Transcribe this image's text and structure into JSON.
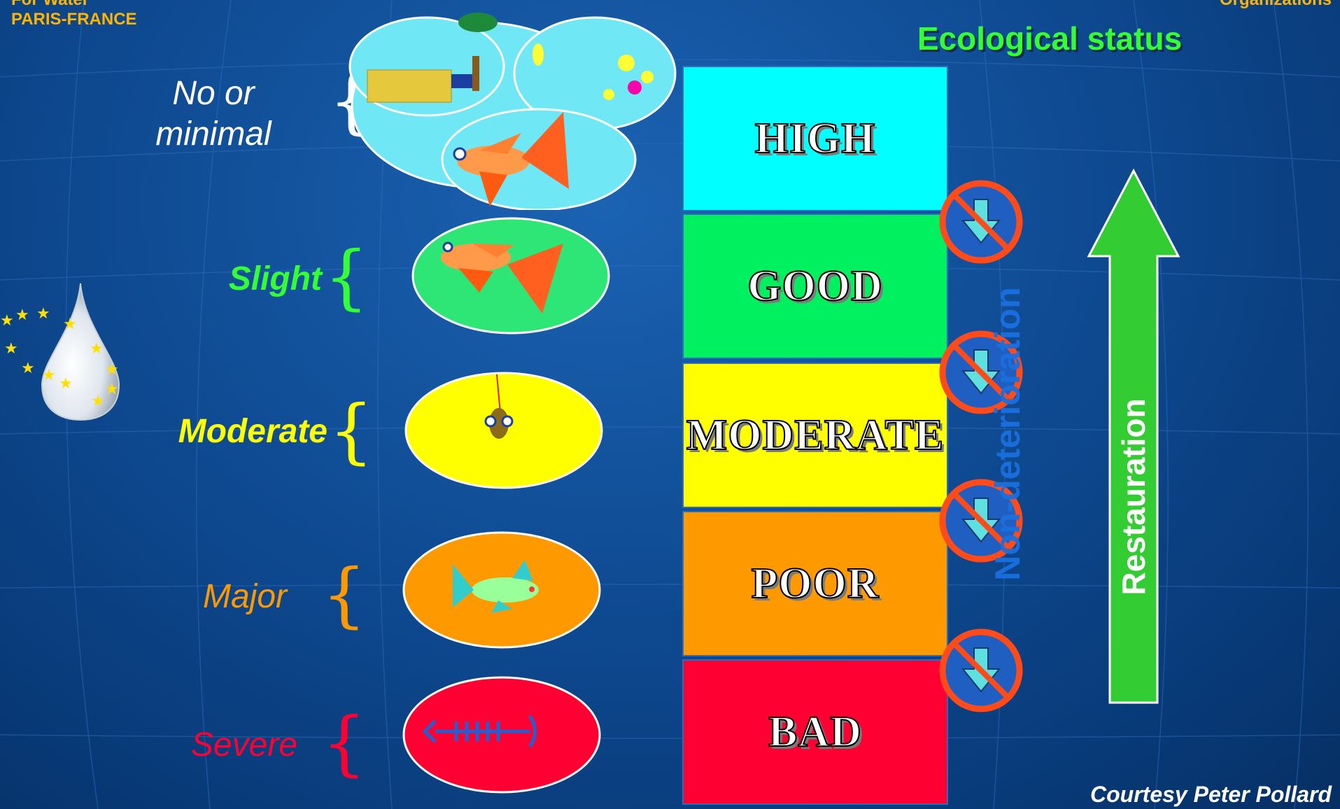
{
  "header": {
    "left_line1": "For Water",
    "left_line2": "PARIS-FRANCE",
    "right_line1": "Organizations"
  },
  "title": "Ecological status",
  "impact_levels": [
    {
      "line1": "No or",
      "line2": "minimal",
      "color": "#ffffff"
    },
    {
      "label": "Slight",
      "color": "#33ff33"
    },
    {
      "label": "Moderate",
      "color": "#ffff00"
    },
    {
      "label": "Major",
      "color": "#ff9900"
    },
    {
      "label": "Severe",
      "color": "#ff0033"
    }
  ],
  "status_classes": [
    {
      "label": "HIGH",
      "color": "#00ffff"
    },
    {
      "label": "GOOD",
      "color": "#00f060"
    },
    {
      "label": "MODERATE",
      "color": "#ffff00"
    },
    {
      "label": "POOR",
      "color": "#ff9900"
    },
    {
      "label": "BAD",
      "color": "#ff0033"
    }
  ],
  "icons": {
    "no_downgrade": "no-downward-arrow-icon",
    "upgrade": "upward-arrow-icon",
    "water_drop": "eu-water-drop-icon",
    "fish": "fish-icon",
    "fish_skeleton": "fish-skeleton-icon"
  },
  "non_deterioration_label": "Non-deterioration",
  "restoration_label": "Restauration",
  "courtesy": "Courtesy Peter Pollard"
}
